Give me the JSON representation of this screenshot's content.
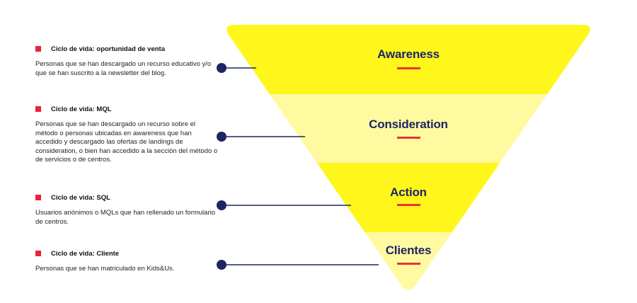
{
  "colors": {
    "band_strong": "#fff61c",
    "band_light": "#fffaa0",
    "label": "#1f2466",
    "underline": "#e8323c",
    "connector": "#1f2466",
    "legend_square": "#e8233a"
  },
  "stages": [
    {
      "label": "Awareness",
      "shade": "strong"
    },
    {
      "label": "Consideration",
      "shade": "light"
    },
    {
      "label": "Action",
      "shade": "strong"
    },
    {
      "label": "Clientes",
      "shade": "light"
    }
  ],
  "legend": [
    {
      "title": "Ciclo de vida: oportunidad de venta",
      "description": "Personas que se han descargado un recurso educativo y/o que se han suscrito a la newsletter del blog."
    },
    {
      "title": "Ciclo de vida: MQL",
      "description": "Personas que se han descargado un recurso sobre el método o personas ubicadas en awareness que han accedido y descargado las ofertas de landings de consideration, o bien han accedido a la sección del método o de servicios o de centros."
    },
    {
      "title": "Ciclo de vida: SQL",
      "description": "Usuarios anónimos o MQLs que han rellenado un formulario de centros."
    },
    {
      "title": "Ciclo de vida: Cliente",
      "description": "Personas que se han matriculado en Kids&Us."
    }
  ]
}
